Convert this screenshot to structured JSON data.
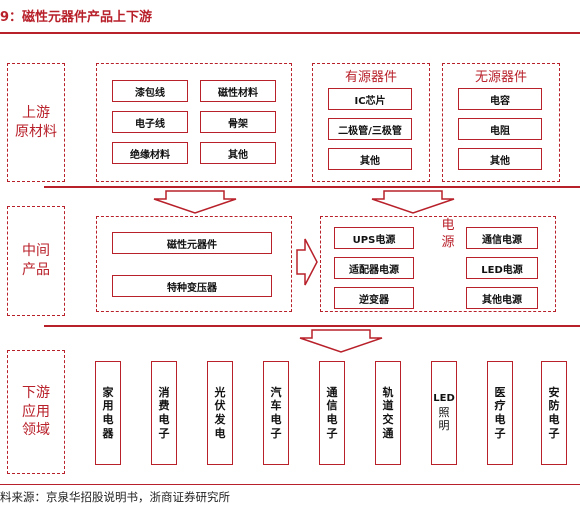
{
  "title": "9：磁性元器件产品上下游",
  "rows": {
    "upstream": "上游原材料",
    "upstream_lines": [
      "上游",
      "原材料"
    ],
    "midstream_lines": [
      "中间",
      "产品"
    ],
    "downstream_lines": [
      "下游",
      "应用",
      "领域"
    ]
  },
  "upstream": {
    "materials": [
      "漆包线",
      "磁性材料",
      "电子线",
      "骨架",
      "绝缘材料",
      "其他"
    ],
    "active": {
      "title": "有源器件",
      "items": [
        "IC芯片",
        "二极管/三极管",
        "其他"
      ]
    },
    "passive": {
      "title": "无源器件",
      "items": [
        "电容",
        "电阻",
        "其他"
      ]
    }
  },
  "midstream": {
    "magnetic": [
      "磁性元器件",
      "特种变压器"
    ],
    "power": {
      "title_chars": [
        "电",
        "源"
      ],
      "left": [
        "UPS电源",
        "适配器电源",
        "逆变器"
      ],
      "right": [
        "通信电源",
        "LED电源",
        "其他电源"
      ]
    }
  },
  "downstream": [
    {
      "chars": [
        "家",
        "用",
        "电",
        "器"
      ]
    },
    {
      "chars": [
        "消",
        "费",
        "电",
        "子"
      ]
    },
    {
      "chars": [
        "光",
        "伏",
        "发",
        "电"
      ]
    },
    {
      "chars": [
        "汽",
        "车",
        "电",
        "子"
      ]
    },
    {
      "chars": [
        "通",
        "信",
        "电",
        "子"
      ]
    },
    {
      "chars": [
        "轨",
        "道",
        "交",
        "通"
      ]
    },
    {
      "chars": [
        "LED",
        "照",
        "明"
      ]
    },
    {
      "chars": [
        "医",
        "疗",
        "电",
        "子"
      ]
    },
    {
      "chars": [
        "安",
        "防",
        "电",
        "子"
      ]
    }
  ],
  "source": "料来源：京泉华招股说明书，浙商证券研究所"
}
